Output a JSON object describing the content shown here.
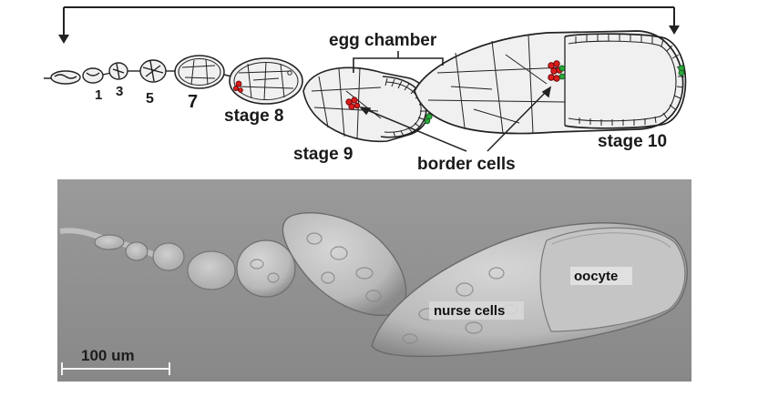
{
  "diagram": {
    "stage_numbers": [
      "1",
      "3",
      "5",
      "7"
    ],
    "stage_8": "stage 8",
    "stage_9": "stage 9",
    "stage_10": "stage 10",
    "egg_chamber": "egg chamber",
    "border_cells": "border cells"
  },
  "micrograph": {
    "nurse_cells": "nurse cells",
    "oocyte": "oocyte",
    "scale_bar": "100 um"
  },
  "colors": {
    "border_cells_red": "#d91c1c",
    "polar_cells_green": "#2aa83a",
    "cell_fill": "#f2f2f2",
    "outline": "#222222",
    "photo_bg": "#8c8c8c"
  }
}
